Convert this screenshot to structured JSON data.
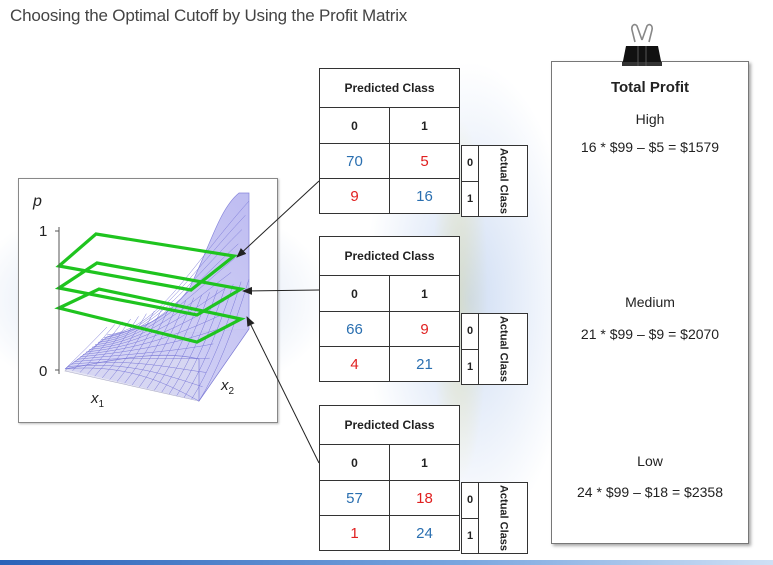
{
  "title": "Choosing the Optimal Cutoff by Using the Profit Matrix",
  "plot": {
    "y_label": "p",
    "tick_1": "1",
    "tick_0": "0",
    "x1_label": "x",
    "x1_sub": "1",
    "x2_label": "x",
    "x2_sub": "2"
  },
  "matrices": [
    {
      "header": "Predicted Class",
      "col0": "0",
      "col1": "1",
      "row0": [
        "70",
        "5"
      ],
      "row1": [
        "9",
        "16"
      ],
      "row0_label": "0",
      "row1_label": "1",
      "actual_label": "Actual Class"
    },
    {
      "header": "Predicted Class",
      "col0": "0",
      "col1": "1",
      "row0": [
        "66",
        "9"
      ],
      "row1": [
        "4",
        "21"
      ],
      "row0_label": "0",
      "row1_label": "1",
      "actual_label": "Actual Class"
    },
    {
      "header": "Predicted Class",
      "col0": "0",
      "col1": "1",
      "row0": [
        "57",
        "18"
      ],
      "row1": [
        "1",
        "24"
      ],
      "row0_label": "0",
      "row1_label": "1",
      "actual_label": "Actual Class"
    }
  ],
  "profit": {
    "title": "Total Profit",
    "high_label": "High",
    "high_formula": "16 * $99 – $5 = $1579",
    "medium_label": "Medium",
    "medium_formula": "21 * $99 – $9 = $2070",
    "low_label": "Low",
    "low_formula": "24 * $99 – $18 = $2358"
  },
  "colors": {
    "correct": "#2a6fb0",
    "error": "#e02020",
    "cutoff_plane": "#1fc41f",
    "surface_mesh": "#7a78d8"
  }
}
